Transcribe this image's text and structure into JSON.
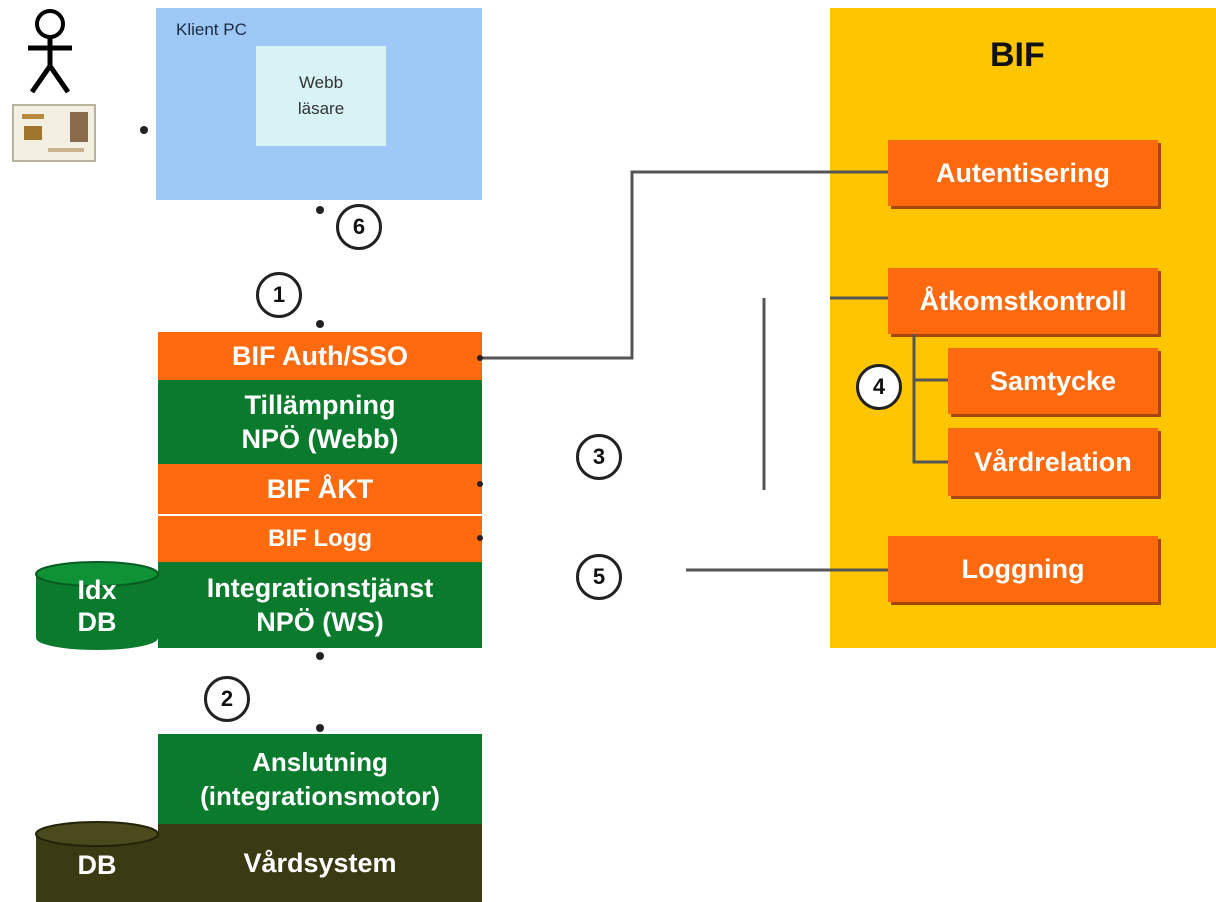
{
  "client": {
    "label": "Klient PC",
    "browser_line1": "Webb",
    "browser_line2": "läsare"
  },
  "stack": {
    "auth_sso": "BIF Auth/SSO",
    "app_line1": "Tillämpning",
    "app_line2": "NPÖ (Webb)",
    "akt": "BIF ÅKT",
    "logg": "BIF Logg",
    "integration_line1": "Integrationstjänst",
    "integration_line2": "NPÖ (WS)",
    "connection_line1": "Anslutning",
    "connection_line2": "(integrationsmotor)",
    "vardsystem": "Vårdsystem"
  },
  "databases": {
    "idx_line1": "Idx",
    "idx_line2": "DB",
    "db": "DB"
  },
  "bif": {
    "title": "BIF",
    "autentisering": "Autentisering",
    "atkomstkontroll": "Åtkomstkontroll",
    "samtycke": "Samtycke",
    "vardrelation": "Vårdrelation",
    "loggning": "Loggning"
  },
  "steps": [
    "1",
    "2",
    "3",
    "4",
    "5",
    "6"
  ],
  "colors": {
    "client_bg": "#9ec9f7",
    "browser_bg": "#d7f3f5",
    "bif_bg": "#ffc600",
    "orange": "#ff6a0e",
    "green": "#0a7a2c",
    "dark": "#3a3a13"
  },
  "icons": [
    "person-icon",
    "smart-card-icon"
  ]
}
